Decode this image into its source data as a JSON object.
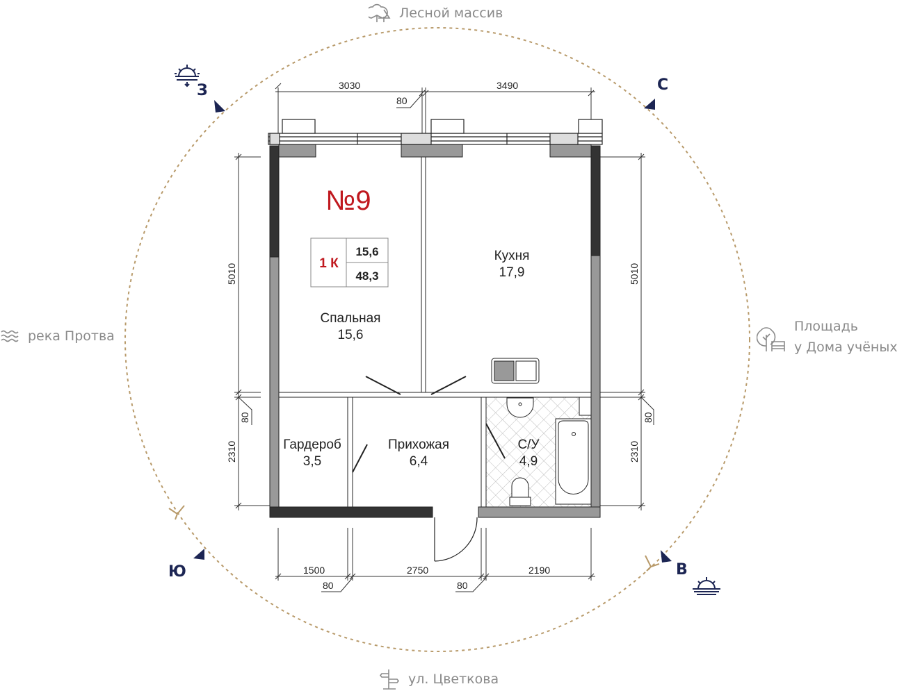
{
  "landmarks": {
    "north": "Лесной массив",
    "west": "река Протва",
    "east_line1": "Площадь",
    "east_line2": "у Дома учёных",
    "south": "ул. Цветкова"
  },
  "compass": {
    "west": "З",
    "north": "С",
    "south": "Ю",
    "east": "В"
  },
  "apartment": {
    "number": "№9",
    "type": "1 К",
    "living_area": "15,6",
    "total_area": "48,3"
  },
  "rooms": [
    {
      "name": "Спальная",
      "area": "15,6"
    },
    {
      "name": "Кухня",
      "area": "17,9"
    },
    {
      "name": "Гардероб",
      "area": "3,5"
    },
    {
      "name": "Прихожая",
      "area": "6,4"
    },
    {
      "name": "С/У",
      "area": "4,9"
    }
  ],
  "dimensions": {
    "top": [
      "3030",
      "80",
      "3490"
    ],
    "bottom": [
      "1500",
      "80",
      "2750",
      "80",
      "2190"
    ],
    "left": [
      "5010",
      "80",
      "2310"
    ],
    "right": [
      "5010",
      "80",
      "2310"
    ]
  },
  "colors": {
    "accent": "#c0191f",
    "compass": "#1c2553",
    "circle": "#b89a6a",
    "landmark": "#8a8a8a"
  }
}
